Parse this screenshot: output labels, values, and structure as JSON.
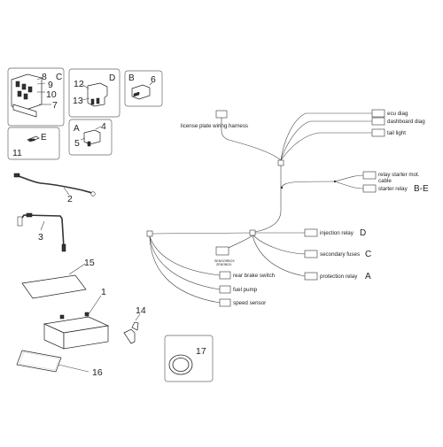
{
  "parts": {
    "n1": "1",
    "n2": "2",
    "n3": "3",
    "n4": "4",
    "n5": "5",
    "n6": "6",
    "n7": "7",
    "n8": "8",
    "n9": "9",
    "n10": "10",
    "n11": "11",
    "n12": "12",
    "n13": "13",
    "n14": "14",
    "n15": "15",
    "n16": "16",
    "n17": "17"
  },
  "group_letters": {
    "c_box": "C",
    "d_box": "D",
    "b_box": "B",
    "a_box": "A",
    "e_box": "E"
  },
  "harness": {
    "license_plate": "license plate wiring harness",
    "ecu_diag": "ecu diag",
    "dashboard_diag": "dashboard diag",
    "tail_light": "tail light",
    "relay_starter_line1": "relay starter mot.",
    "relay_starter_line2": "cable",
    "starter_relay": "starter relay",
    "starter_relay_tag": "B-E",
    "injection_relay": "injection relay",
    "injection_relay_tag": "D",
    "secondary_fuses": "secondary fuses",
    "secondary_fuses_tag": "C",
    "protection_relay": "protection relay",
    "protection_relay_tag": "A",
    "sensor_box_line1": "SENSORBOX",
    "sensor_box_line2": "ZENOBOX",
    "rear_brake_switch": "rear brake switch",
    "fuel_pump": "fuel pump",
    "speed_sensor": "speed sensor"
  }
}
